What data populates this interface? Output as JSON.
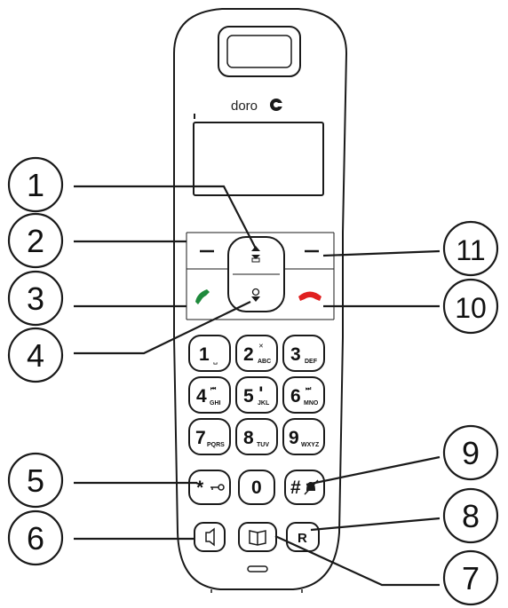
{
  "brand": {
    "name": "doro"
  },
  "keypad": {
    "keys": [
      {
        "main": "1",
        "sub": "␣"
      },
      {
        "main": "2",
        "sub": "ABC"
      },
      {
        "main": "3",
        "sub": "DEF"
      },
      {
        "main": "4",
        "sub": "GHI"
      },
      {
        "main": "5",
        "sub": "JKL"
      },
      {
        "main": "6",
        "sub": "MNO"
      },
      {
        "main": "7",
        "sub": "PQRS"
      },
      {
        "main": "8",
        "sub": "TUV"
      },
      {
        "main": "9",
        "sub": "WXYZ"
      },
      {
        "main": "*",
        "sub": ""
      },
      {
        "main": "0",
        "sub": ""
      },
      {
        "main": "#",
        "sub": ""
      }
    ],
    "r_key": "R"
  },
  "callouts": [
    "1",
    "2",
    "3",
    "4",
    "5",
    "6",
    "7",
    "8",
    "9",
    "10",
    "11"
  ],
  "colors": {
    "call_green": "#1f8a3c",
    "end_red": "#e02020",
    "outline": "#1a1a1a"
  }
}
